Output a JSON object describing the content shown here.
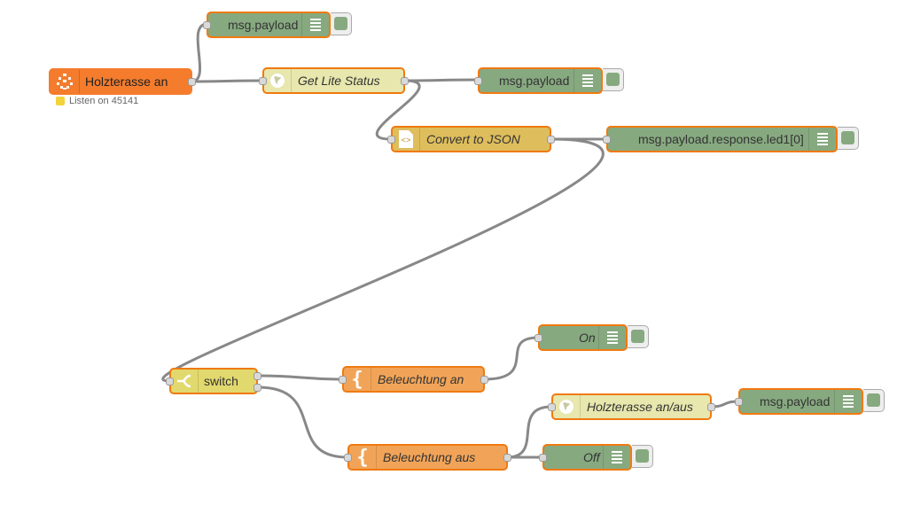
{
  "colors": {
    "debug": "#87a980",
    "http_in": "#f47c2c",
    "http_request": "#e7e7ae",
    "json": "#debd5c",
    "switch": "#e2d96e",
    "template": "#f1a458",
    "selected_border": "#f07a10",
    "wire": "#888888"
  },
  "nodes": {
    "http_in": {
      "label": "Holzterasse an",
      "icon": "white-globe-icon",
      "status": "Listen on 45141"
    },
    "debug_top": {
      "label": "msg.payload"
    },
    "get_lite": {
      "label": "Get Lite Status",
      "icon": "globe-icon"
    },
    "debug_lite": {
      "label": "msg.payload"
    },
    "convert_json": {
      "label": "Convert to JSON",
      "icon": "json-icon"
    },
    "debug_led": {
      "label": "msg.payload.response.led1[0]"
    },
    "switch": {
      "label": "switch",
      "icon": "switch-icon"
    },
    "beleuchtung_an": {
      "label": "Beleuchtung an",
      "icon": "brace-icon"
    },
    "debug_on": {
      "label": "On"
    },
    "beleuchtung_aus": {
      "label": "Beleuchtung aus",
      "icon": "brace-icon"
    },
    "holz_anaus": {
      "label": "Holzterasse an/aus",
      "icon": "globe-icon"
    },
    "debug_holz": {
      "label": "msg.payload"
    },
    "debug_off": {
      "label": "Off"
    }
  }
}
